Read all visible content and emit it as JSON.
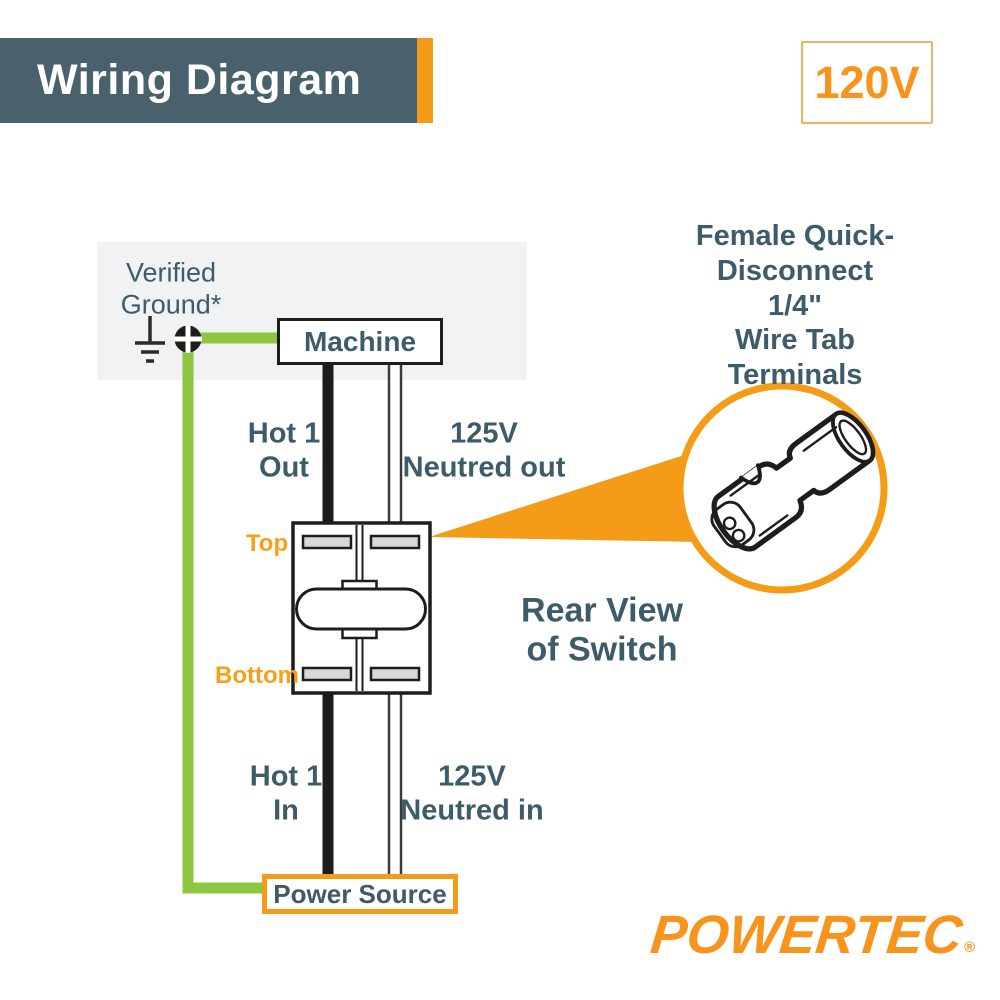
{
  "header": {
    "title": "Wiring Diagram",
    "voltage": "120V"
  },
  "labels": {
    "verified_ground": "Verified\nGround*",
    "machine": "Machine",
    "hot_out": "Hot 1\nOut",
    "neutral_out": "125V\nNeutred out",
    "top": "Top",
    "bottom": "Bottom",
    "rear_view": "Rear View\nof Switch",
    "hot_in": "Hot 1\nIn",
    "neutral_in": "125V\nNeutred in",
    "power_source": "Power Source",
    "terminal_callout": "Female Quick-\nDisconnect 1/4\"\nWire Tab Terminals"
  },
  "brand": {
    "name": "POWERTEC",
    "registered_mark": "®"
  },
  "icons": {
    "ground_symbol": "earth-ground-icon",
    "screw_terminal": "phillips-screw-icon",
    "magnifier": "magnifier-circle",
    "terminal_drawing": "female-quick-disconnect-terminal"
  },
  "colors": {
    "banner_slate": "#49606d",
    "label_slate": "#3e5b6a",
    "accent_orange": "#f7941d",
    "wire_green": "#8ec641",
    "wire_black": "#1d1d1b",
    "panel_gray": "#f1f2f4",
    "terminal_gray": "#d8d8d8"
  }
}
